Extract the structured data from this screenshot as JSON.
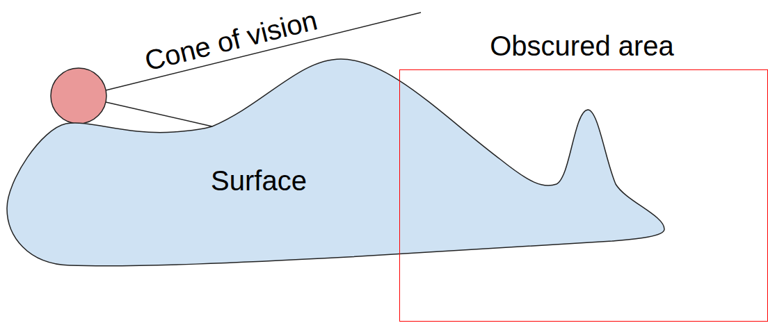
{
  "diagram": {
    "nodes": [
      {
        "text": [
          "Surface"
        ]
      },
      {
        "text": [
          "Obscured area"
        ]
      }
    ],
    "labels": [
      "Cone of vision"
    ]
  }
}
